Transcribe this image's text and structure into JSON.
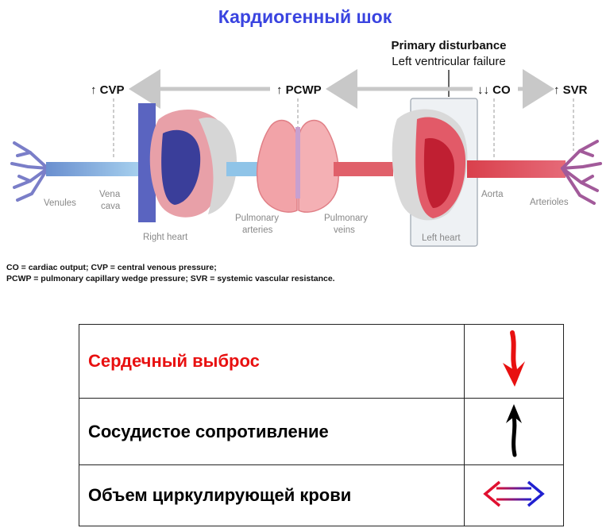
{
  "title": "Кардиогенный шок",
  "colors": {
    "title": "#3a44e0",
    "venous": "#8fc4e8",
    "venous_dark": "#4f6fbf",
    "arterial": "#e0606a",
    "arterial_dark": "#c22a3a",
    "lung": "#f2a3a8",
    "heart_gray": "#d9d9d9",
    "red_label": "#e81010"
  },
  "diagram": {
    "primary_title": "Primary disturbance",
    "primary_subtitle": "Left ventricular failure",
    "markers": {
      "cvp": "↑ CVP",
      "pcwp": "↑ PCWP",
      "co": "↓↓ CO",
      "svr": "↑ SVR"
    },
    "labels": {
      "venules": "Venules",
      "vena_cava_1": "Vena",
      "vena_cava_2": "cava",
      "right_heart": "Right heart",
      "pulm_arteries_1": "Pulmonary",
      "pulm_arteries_2": "arteries",
      "pulm_veins_1": "Pulmonary",
      "pulm_veins_2": "veins",
      "left_heart": "Left heart",
      "aorta": "Aorta",
      "arterioles": "Arterioles"
    }
  },
  "abbreviations": [
    "CO = cardiac output; CVP = central venous pressure;",
    "PCWP = pulmonary capillary wedge pressure; SVR = systemic vascular resistance."
  ],
  "table": {
    "rows": [
      {
        "label": "Сердечный выброс",
        "color": "#e81010",
        "arrow": "down-arrow-red"
      },
      {
        "label": "Сосудистое сопротивление",
        "color": "#000000",
        "arrow": "up-arrow-black"
      },
      {
        "label": "Объем циркулирующей крови",
        "color": "#000000",
        "arrow": "double-arrow-red-blue"
      }
    ]
  }
}
